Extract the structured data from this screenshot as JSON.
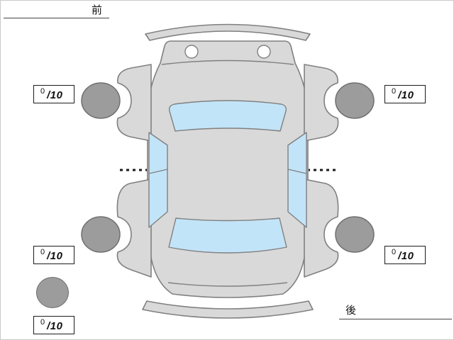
{
  "labels": {
    "front": "前",
    "rear": "後"
  },
  "scores": {
    "front_left": {
      "value": "0",
      "max": "/10"
    },
    "front_right": {
      "value": "0",
      "max": "/10"
    },
    "rear_left": {
      "value": "0",
      "max": "/10"
    },
    "rear_right": {
      "value": "0",
      "max": "/10"
    },
    "spare": {
      "value": "0",
      "max": "/10"
    }
  },
  "colors": {
    "body_fill": "#d9d9d9",
    "body_stroke": "#808080",
    "window_fill": "#c2e4f8",
    "tire_fill": "#9c9c9c",
    "tire_stroke": "#707070",
    "line_color": "#1a1a1a"
  }
}
